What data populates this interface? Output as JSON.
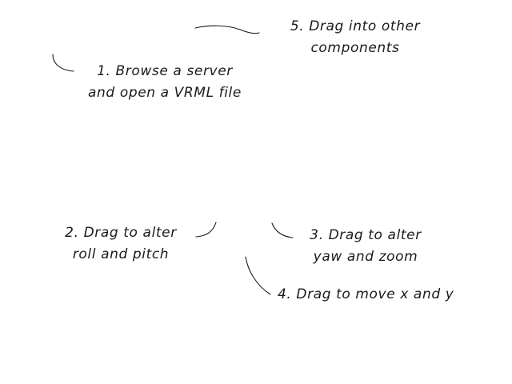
{
  "callouts": {
    "browse": {
      "line1": "1. Browse a server",
      "line2": "and open a VRML file"
    },
    "roll_pitch": {
      "line1": "2. Drag to alter",
      "line2": "roll and pitch"
    },
    "yaw_zoom": {
      "line1": "3. Drag to alter",
      "line2": "yaw and zoom"
    },
    "move_xy": {
      "line1": "4. Drag to move x and y"
    },
    "drag_components": {
      "line1": "5. Drag into other",
      "line2": "components"
    }
  },
  "colors": {
    "background": "#ffffff",
    "ink": "#1a1a1a"
  }
}
